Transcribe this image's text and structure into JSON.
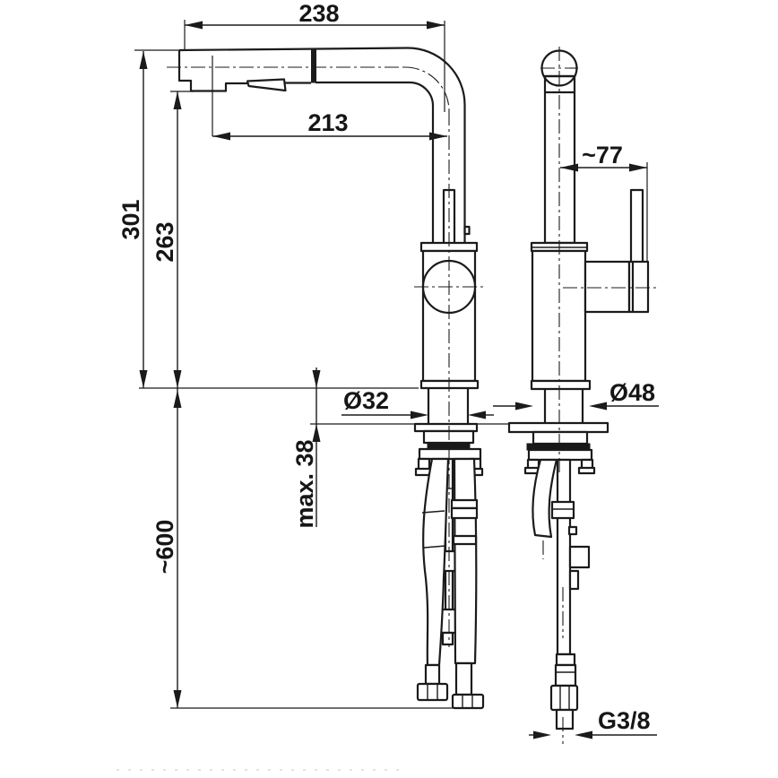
{
  "diagram": {
    "type": "technical-drawing",
    "subject": "single-lever pull-out spray kitchen mixer tap, front and side elevations with installation dimensions",
    "dimensions": {
      "total_reach": "238",
      "spout_reach": "213",
      "total_height": "301",
      "outlet_height": "263",
      "lever_offset": "~77",
      "shank_diameter": "Ø32",
      "body_diameter": "Ø48",
      "max_deck_thickness": "max. 38",
      "hose_length": "~600",
      "connection_thread": "G3/8"
    },
    "colors": {
      "line": "#1b1b1b",
      "background": "#ffffff"
    }
  }
}
